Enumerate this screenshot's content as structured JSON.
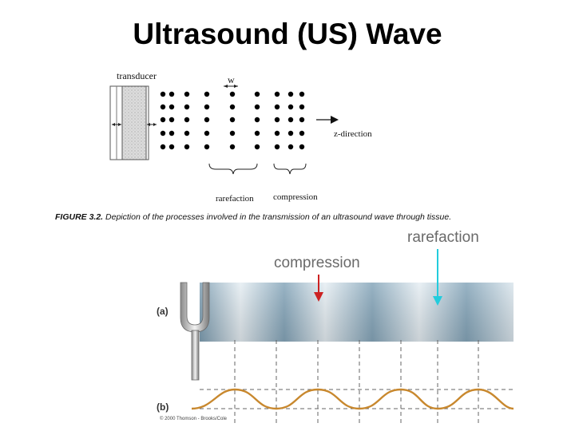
{
  "title": "Ultrasound (US) Wave",
  "figure1": {
    "transducer_label": "transducer",
    "w_label": "w",
    "z_direction_label": "z-direction",
    "rarefaction_label": "rarefaction",
    "compression_label": "compression",
    "caption_number": "FIGURE 3.2.",
    "caption_text": "Depiction of the processes involved in the transmission of an ultrasound wave through tissue."
  },
  "figure2": {
    "rarefaction_label": "rarefaction",
    "compression_label": "compression",
    "part_a_label": "(a)",
    "part_b_label": "(b)",
    "credit": "© 2000 Thomson - Brooks/Cole",
    "colors": {
      "compression_arrow": "#cc2222",
      "rarefaction_arrow": "#22ccdd",
      "wave": "#c8882e",
      "band": "#a9c2d2"
    }
  }
}
